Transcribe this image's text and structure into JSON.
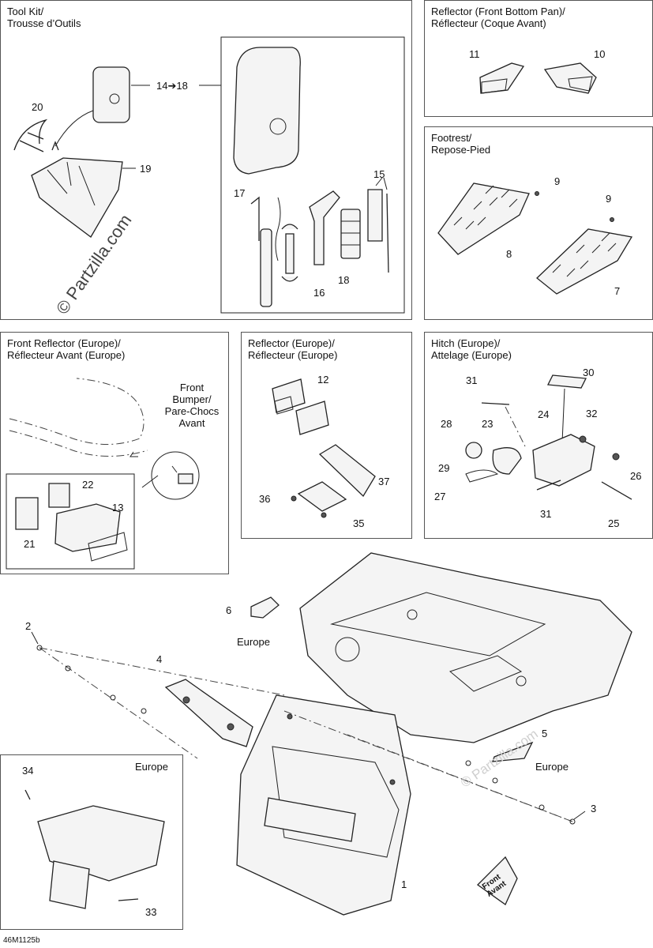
{
  "panels": {
    "toolkit": {
      "title": [
        "Tool Kit/",
        "Trousse d’Outils"
      ]
    },
    "reflector_front_bottom": {
      "title": [
        "Reflector (Front Bottom Pan)/",
        "Réflecteur (Coque Avant)"
      ]
    },
    "footrest": {
      "title": [
        "Footrest/",
        "Repose-Pied"
      ]
    },
    "front_reflector_europe": {
      "title": [
        "Front Reflector (Europe)/",
        "Réflecteur Avant (Europe)"
      ]
    },
    "reflector_europe": {
      "title": [
        "Reflector (Europe)/",
        "Réflecteur (Europe)"
      ]
    },
    "hitch_europe": {
      "title": [
        "Hitch (Europe)/",
        "Attelage (Europe)"
      ]
    },
    "europe_inset": {
      "title": "Europe"
    }
  },
  "front_bumper_caption": [
    "Front",
    "Bumper/",
    "Pare-Chocs",
    "Avant"
  ],
  "europe_labels": [
    "Europe",
    "Europe"
  ],
  "front_arrow": [
    "Front",
    "Avant"
  ],
  "callouts": {
    "c1": "1",
    "c2": "2",
    "c3": "3",
    "c4": "4",
    "c5": "5",
    "c6": "6",
    "c7": "7",
    "c8": "8",
    "c9a": "9",
    "c9b": "9",
    "c10": "10",
    "c11": "11",
    "c12": "12",
    "c13": "13",
    "c14_18": "14➔18",
    "c15": "15",
    "c16": "16",
    "c17": "17",
    "c18": "18",
    "c19": "19",
    "c20": "20",
    "c21": "21",
    "c22": "22",
    "c23": "23",
    "c24": "24",
    "c25": "25",
    "c26": "26",
    "c27": "27",
    "c28": "28",
    "c29": "29",
    "c30": "30",
    "c31a": "31",
    "c31b": "31",
    "c32": "32",
    "c33": "33",
    "c34": "34",
    "c35": "35",
    "c36": "36",
    "c37": "37"
  },
  "watermarks": {
    "main": "© Partzilla.com",
    "faint": "© Partzilla.com"
  },
  "diagram_code": "46M1125b"
}
